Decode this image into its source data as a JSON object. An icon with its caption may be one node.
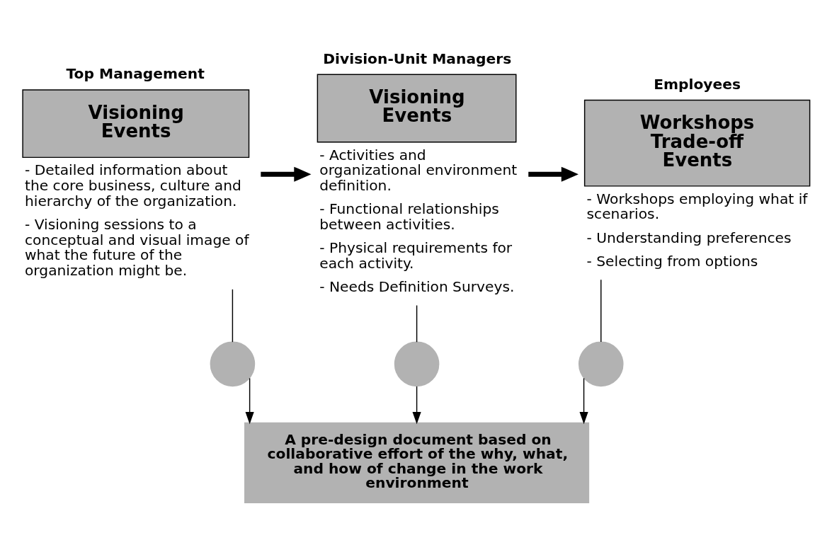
{
  "diagram": {
    "nodes": [
      {
        "text": [
          "Top Management",
          "Visioning Events"
        ],
        "beside": [
          "- Detailed information about the core business, culture and hierarchy of the organization.",
          "- Visioning sessions to a conceptual and visual image of what the future of the organization might be."
        ]
      },
      {
        "text": [
          "Division-Unit Managers",
          "Visioning Events"
        ],
        "beside": [
          "- Activities and organizational environment definition.",
          "- Functional relationships between activities.",
          "- Physical requirements for each activity.",
          "- Needs Definition Surveys."
        ]
      },
      {
        "text": [
          "Employees",
          "Workshops Trade-off Events"
        ],
        "beside": [
          "- Workshops employing what if scenarios.",
          "- Understanding preferences",
          "- Selecting from options"
        ]
      },
      {
        "text": [],
        "shape": "circle"
      },
      {
        "text": [],
        "shape": "circle"
      },
      {
        "text": [],
        "shape": "circle"
      },
      {
        "text": [
          "A pre-design document based on collaborative effort of the why, what, and how of change in the work environment"
        ]
      }
    ],
    "edges": [
      {
        "from": 0,
        "to": 1,
        "arrow": "to",
        "style": "thick"
      },
      {
        "from": 1,
        "to": 2,
        "arrow": "to",
        "style": "thick"
      },
      {
        "from": 0,
        "to": 3,
        "arrow": "none"
      },
      {
        "from": 1,
        "to": 4,
        "arrow": "none"
      },
      {
        "from": 2,
        "to": 5,
        "arrow": "none"
      },
      {
        "from": 3,
        "to": 6,
        "arrow": "to"
      },
      {
        "from": 4,
        "to": 6,
        "arrow": "to"
      },
      {
        "from": 5,
        "to": 6,
        "arrow": "to"
      }
    ]
  }
}
